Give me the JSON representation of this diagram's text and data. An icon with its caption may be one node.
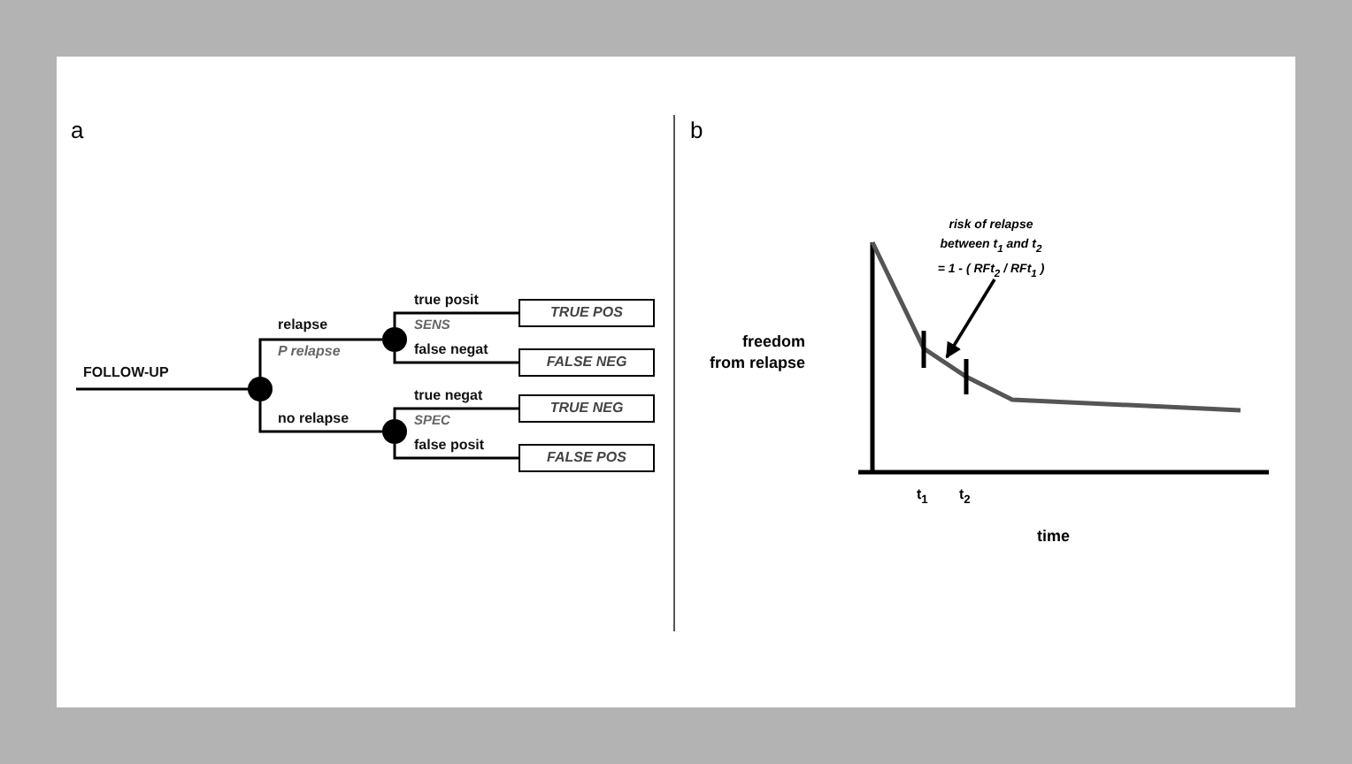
{
  "diagram": {
    "nodes": [
      {
        "text": [],
        "shape": "circle"
      },
      {
        "text": [],
        "shape": "circle"
      },
      {
        "text": [],
        "shape": "circle"
      },
      {
        "text": [
          "TRUE POS"
        ]
      },
      {
        "text": [
          "FALSE NEG"
        ]
      },
      {
        "text": [
          "TRUE NEG"
        ]
      },
      {
        "text": [
          "FALSE POS"
        ]
      },
      {
        "text": [
          "risk of relapse between t$_{1}$ and t$_{2}$ = 1 - ( RFt$_{2}$ / RFt$_{1}$ )"
        ]
      },
      {
        "text": [],
        "shape": "curve"
      }
    ],
    "edges": [
      {
        "from": null,
        "to": 0,
        "arrow": "none",
        "label": "FOLLOW-UP"
      },
      {
        "from": 0,
        "to": 1,
        "arrow": "none",
        "label": "relapse"
      },
      {
        "from": 0,
        "to": 2,
        "arrow": "none",
        "label": "no relapse"
      },
      {
        "from": 1,
        "to": 3,
        "arrow": "none",
        "label": "true posit"
      },
      {
        "from": 1,
        "to": 4,
        "arrow": "none",
        "label": "false negat"
      },
      {
        "from": 2,
        "to": 5,
        "arrow": "none",
        "label": "true negat"
      },
      {
        "from": 2,
        "to": 6,
        "arrow": "none",
        "label": "false posit"
      },
      {
        "from": 7,
        "to": 8,
        "arrow": "to"
      }
    ],
    "labels": [
      "a",
      "b",
      "P relapse",
      "SENS",
      "SPEC",
      "freedom from relapse",
      "t$_{1}$",
      "t$_{2}$",
      "time"
    ]
  }
}
